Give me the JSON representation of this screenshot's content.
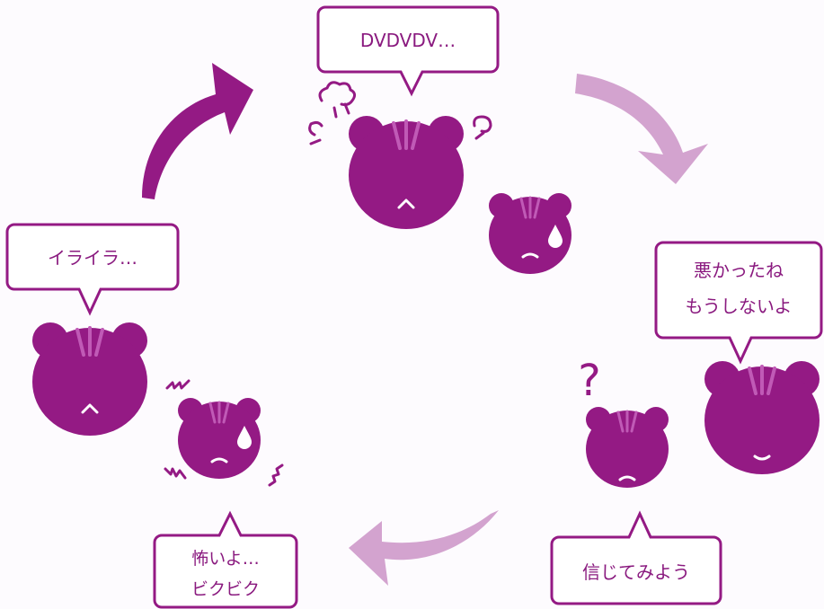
{
  "colors": {
    "primary": "#941a84",
    "light": "#d3a3cf",
    "stripe": "#c05ab6",
    "bubble_border": "#941a84",
    "bubble_fill": "#ffffff",
    "text": "#8a1a7f",
    "background": "#fdfbfe"
  },
  "bubbles": {
    "top": {
      "lines": [
        "DVDVDV…"
      ]
    },
    "left": {
      "lines": [
        "イライラ…"
      ]
    },
    "right": {
      "lines": [
        "悪かったね",
        "もうしないよ"
      ]
    },
    "bottom_left": {
      "lines": [
        "怖いよ…",
        "ビクビク"
      ]
    },
    "bottom_right": {
      "lines": [
        "信じてみよう"
      ]
    }
  },
  "symbols": {
    "question": "?"
  },
  "icons": {
    "arrows": [
      "curved-arrow-up-right",
      "curved-arrow-down-right",
      "curved-arrow-left"
    ],
    "effects": [
      "anger-puff-icon",
      "tremble-lines-icon",
      "sweat-drop-icon",
      "question-mark-icon"
    ]
  }
}
